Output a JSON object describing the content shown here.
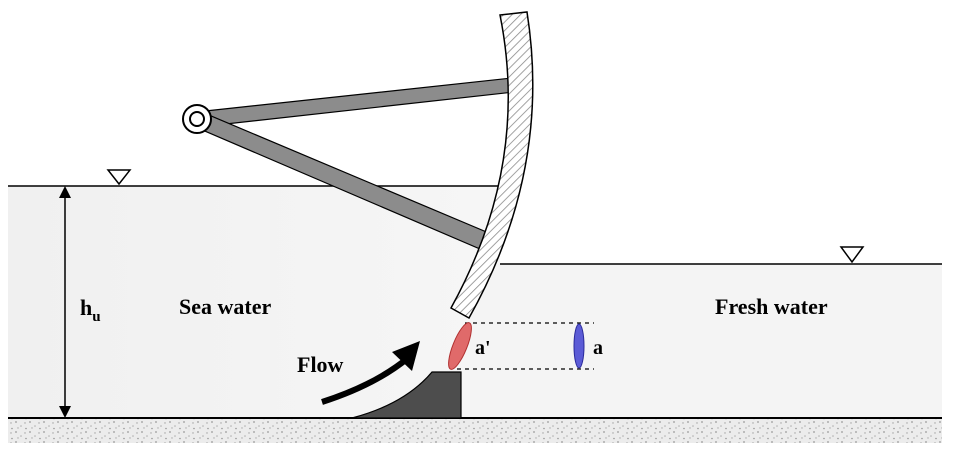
{
  "labels": {
    "depth_main": "h",
    "depth_sub": "u",
    "sea_water": "Sea water",
    "fresh_water": "Fresh water",
    "flow": "Flow",
    "opening_gate": "a'",
    "opening_ref": "a"
  },
  "colors": {
    "water": "#f2f2f2",
    "lines": "#000000",
    "sill": "#4d4d4d",
    "strut": "#8c8c8c",
    "gate_hatch": "#9a9a9a",
    "ellipse_red": "#e06a6a",
    "ellipse_blue": "#5b5bd6",
    "ground": "#c8c8c8"
  },
  "icons": {
    "water_level_marker": "inverted-triangle"
  }
}
